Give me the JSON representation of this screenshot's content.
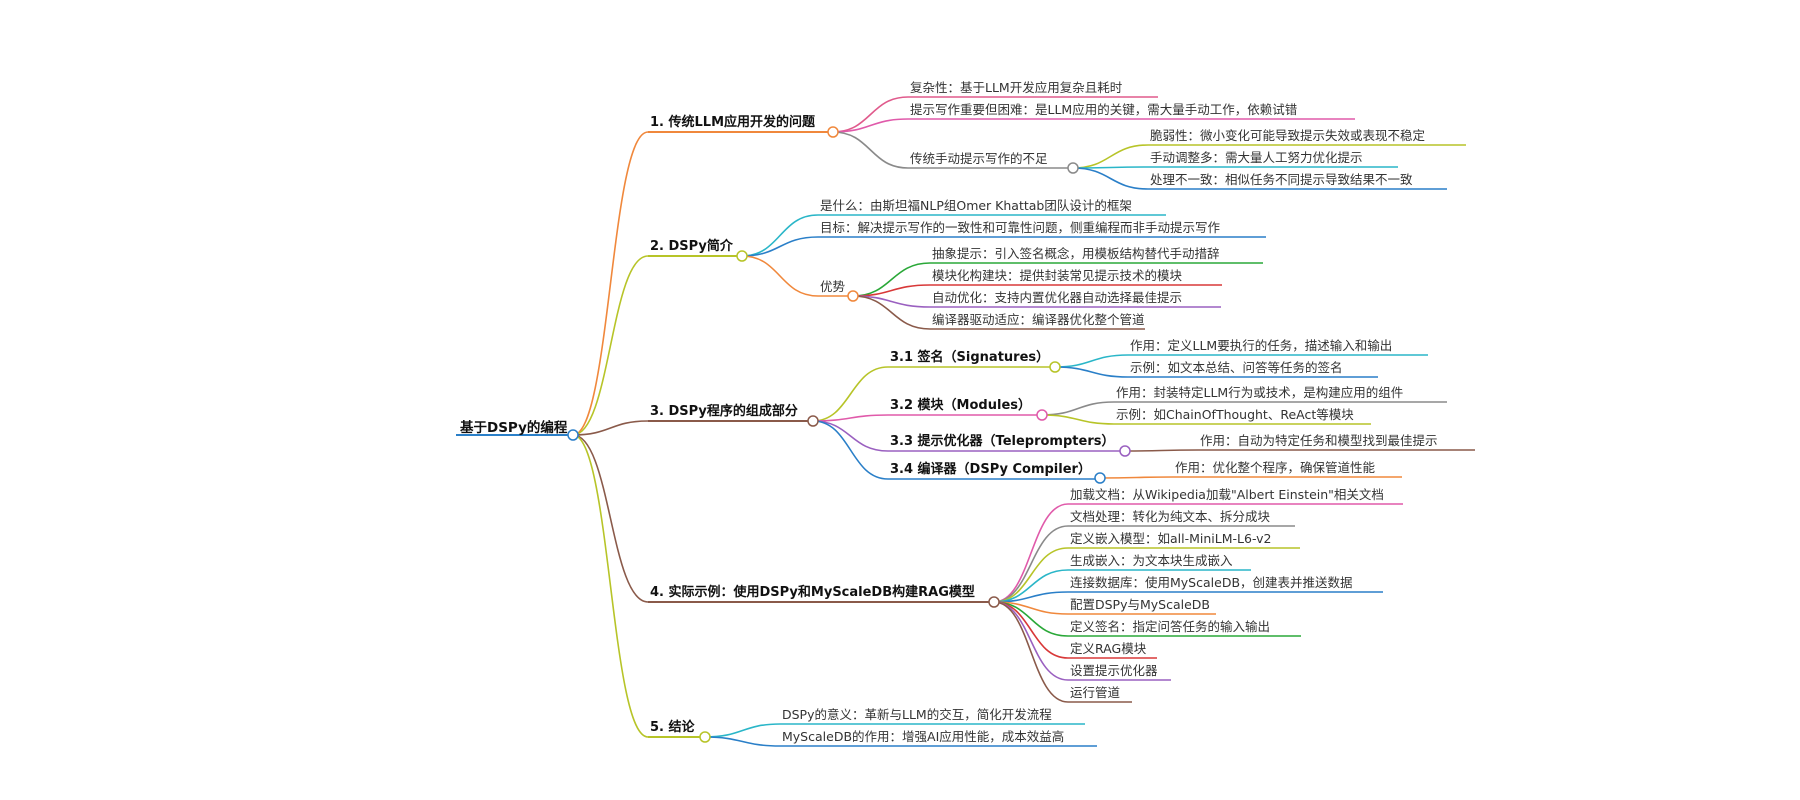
{
  "root": {
    "label": "基于DSPy的编程"
  },
  "sections": [
    {
      "label": "1. 传统LLM应用开发的问题",
      "color": "#f0883c",
      "children": [
        {
          "label": "复杂性：基于LLM开发应用复杂且耗时",
          "color": "#e05a8c"
        },
        {
          "label": "提示写作重要但困难：是LLM应用的关键，需大量手动工作，依赖试错",
          "color": "#e05aaa"
        },
        {
          "label": "传统手动提示写作的不足",
          "color": "#8a8a8a",
          "children": [
            {
              "label": "脆弱性：微小变化可能导致提示失效或表现不稳定",
              "color": "#b7c428"
            },
            {
              "label": "手动调整多：需大量人工努力优化提示",
              "color": "#2ab6c8"
            },
            {
              "label": "处理不一致：相似任务不同提示导致结果不一致",
              "color": "#2a7fc8"
            }
          ]
        }
      ]
    },
    {
      "label": "2. DSPy简介",
      "color": "#b7c428",
      "children": [
        {
          "label": "是什么：由斯坦福NLP组Omer Khattab团队设计的框架",
          "color": "#2ab6c8"
        },
        {
          "label": "目标：解决提示写作的一致性和可靠性问题，侧重编程而非手动提示写作",
          "color": "#2a7fc8"
        },
        {
          "label": "优势",
          "color": "#f0883c",
          "children": [
            {
              "label": "抽象提示：引入签名概念，用模板结构替代手动措辞",
              "color": "#2aa838"
            },
            {
              "label": "模块化构建块：提供封装常见提示技术的模块",
              "color": "#d83838"
            },
            {
              "label": "自动优化：支持内置优化器自动选择最佳提示",
              "color": "#9a60c0"
            },
            {
              "label": "编译器驱动适应：编译器优化整个管道",
              "color": "#8a5a4a"
            }
          ]
        }
      ]
    },
    {
      "label": "3. DSPy程序的组成部分",
      "color": "#8a5a4a",
      "children": [
        {
          "label": "3.1 签名（Signatures）",
          "color": "#b7c428",
          "bold": true,
          "children": [
            {
              "label": "作用：定义LLM要执行的任务，描述输入和输出",
              "color": "#2ab6c8"
            },
            {
              "label": "示例：如文本总结、问答等任务的签名",
              "color": "#2a7fc8"
            }
          ]
        },
        {
          "label": "3.2 模块（Modules）",
          "color": "#e05aaa",
          "bold": true,
          "children": [
            {
              "label": "作用：封装特定LLM行为或技术，是构建应用的组件",
              "color": "#8a8a8a"
            },
            {
              "label": "示例：如ChainOfThought、ReAct等模块",
              "color": "#b7c428"
            }
          ]
        },
        {
          "label": "3.3 提示优化器（Teleprompters）",
          "color": "#9a60c0",
          "bold": true,
          "children": [
            {
              "label": "作用：自动为特定任务和模型找到最佳提示",
              "color": "#8a5a4a"
            }
          ]
        },
        {
          "label": "3.4 编译器（DSPy Compiler）",
          "color": "#2a7fc8",
          "bold": true,
          "children": [
            {
              "label": "作用：优化整个程序，确保管道性能",
              "color": "#f0883c"
            }
          ]
        }
      ]
    },
    {
      "label": "4. 实际示例：使用DSPy和MyScaleDB构建RAG模型",
      "color": "#8a5a4a",
      "children": [
        {
          "label": "加载文档：从Wikipedia加载\"Albert Einstein\"相关文档",
          "color": "#e05aaa"
        },
        {
          "label": "文档处理：转化为纯文本、拆分成块",
          "color": "#8a8a8a"
        },
        {
          "label": "定义嵌入模型：如all-MiniLM-L6-v2",
          "color": "#b7c428"
        },
        {
          "label": "生成嵌入：为文本块生成嵌入",
          "color": "#2ab6c8"
        },
        {
          "label": "连接数据库：使用MyScaleDB，创建表并推送数据",
          "color": "#2a7fc8"
        },
        {
          "label": "配置DSPy与MyScaleDB",
          "color": "#f0883c"
        },
        {
          "label": "定义签名：指定问答任务的输入输出",
          "color": "#2aa838"
        },
        {
          "label": "定义RAG模块",
          "color": "#d83838"
        },
        {
          "label": "设置提示优化器",
          "color": "#9a60c0"
        },
        {
          "label": "运行管道",
          "color": "#8a5a4a"
        }
      ]
    },
    {
      "label": "5. 结论",
      "color": "#b7c428",
      "children": [
        {
          "label": "DSPy的意义：革新与LLM的交互，简化开发流程",
          "color": "#2ab6c8"
        },
        {
          "label": "MyScaleDB的作用：增强AI应用性能，成本效益高",
          "color": "#2a7fc8"
        }
      ]
    }
  ]
}
